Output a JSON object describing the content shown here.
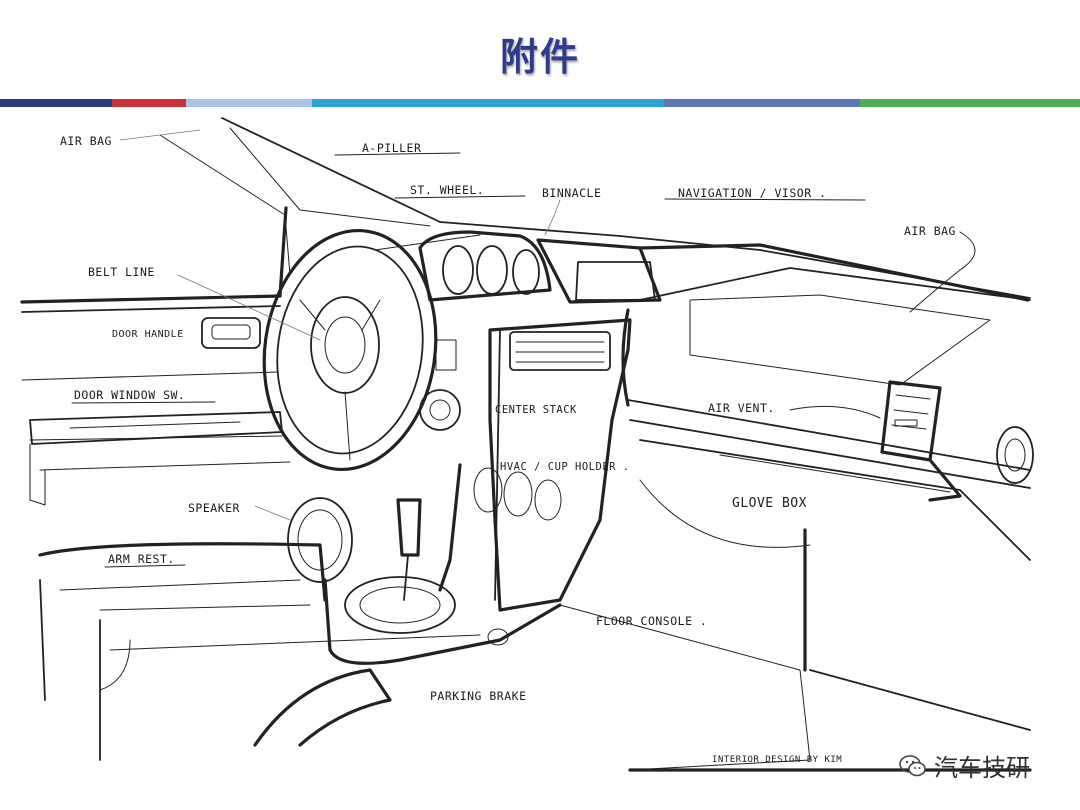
{
  "slide": {
    "title": "附件"
  },
  "stripe_colors": [
    "#2d3a7c",
    "#c8303a",
    "#a8c4e6",
    "#2aa3d8",
    "#5b78b6",
    "#4caf50"
  ],
  "labels": {
    "air_bag_left": "AIR BAG",
    "a_piller": "A-PILLER",
    "st_wheel": "ST. WHEEL.",
    "binnacle": "BINNACLE",
    "navigation_visor": "NAVIGATION / VISOR .",
    "air_bag_right": "AIR BAG",
    "belt_line": "BELT LINE",
    "door_handle": "DOOR HANDLE",
    "door_window_sw": "DOOR WINDOW SW.",
    "center_stack": "CENTER STACK",
    "air_vent": "AIR VENT.",
    "hvac_cup_holder": "HVAC / CUP HOLDER .",
    "glove_box": "GLOVE BOX",
    "speaker": "SPEAKER",
    "arm_rest": "ARM REST.",
    "floor_console": "FLOOR CONSOLE .",
    "parking_brake": "PARKING BRAKE",
    "signature": "INTERIOR DESIGN   BY  KIM"
  },
  "watermark": {
    "text": "汽车技研",
    "icon": "wechat-icon"
  }
}
